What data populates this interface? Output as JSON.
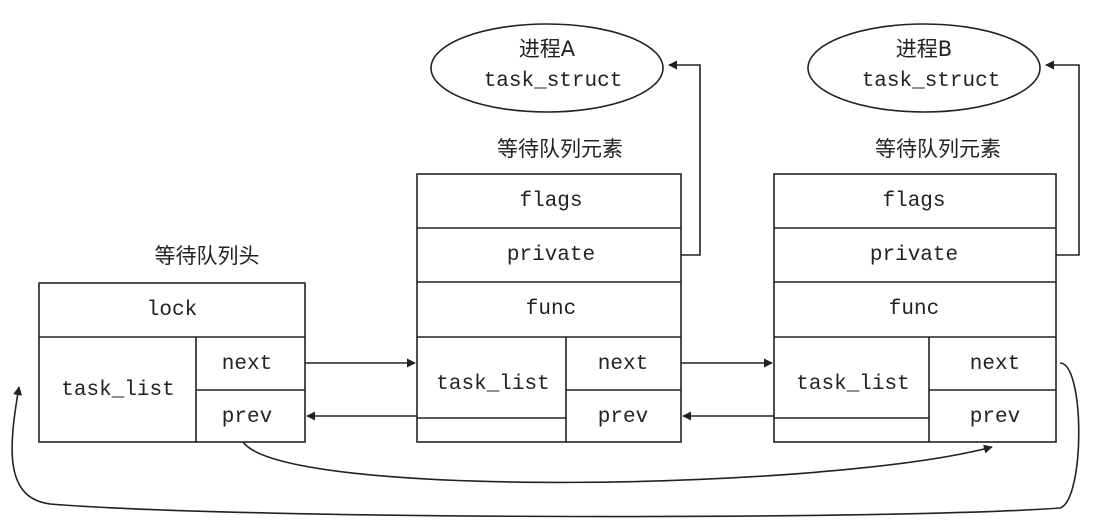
{
  "head": {
    "title": "等待队列头",
    "lock": "lock",
    "task_list": "task_list",
    "next": "next",
    "prev": "prev"
  },
  "element_a": {
    "title": "等待队列元素",
    "flags": "flags",
    "private": "private",
    "func": "func",
    "task_list": "task_list",
    "next": "next",
    "prev": "prev"
  },
  "element_b": {
    "title": "等待队列元素",
    "flags": "flags",
    "private": "private",
    "func": "func",
    "task_list": "task_list",
    "next": "next",
    "prev": "prev"
  },
  "process_a": {
    "name": "进程A",
    "struct": "task_struct"
  },
  "process_b": {
    "name": "进程B",
    "struct": "task_struct"
  }
}
